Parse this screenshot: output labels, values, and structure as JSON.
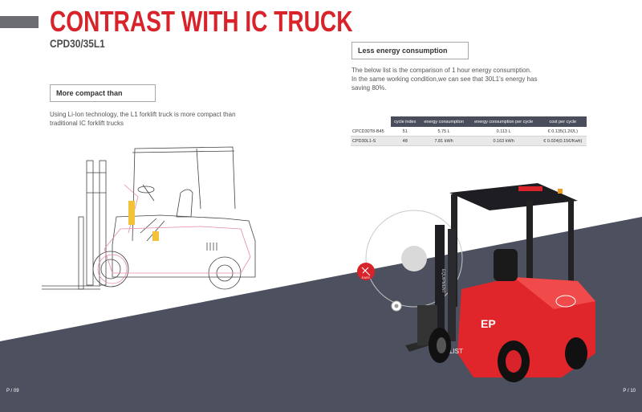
{
  "title": "CONTRAST WITH IC TRUCK",
  "subtitle": "CPD30/35L1",
  "left_section": {
    "heading": "More compact than",
    "text_line1": "Using Li-Ion technology, the L1 forklift truck is more compact than",
    "text_line2": "traditional IC forklift trucks"
  },
  "right_section": {
    "heading": "Less energy consumption",
    "text_line1": "The below list is the comparison of 1 hour energy consumption.",
    "text_line2": "In the same working condition,we can see that 30L1's energy has",
    "text_line3": "saving 80%."
  },
  "table": {
    "headers": [
      "",
      "cycle index",
      "energy consumption",
      "energy consumption per cycle",
      "cost per cycle"
    ],
    "rows": [
      [
        "CPCD30T8-B45",
        "51",
        "5.75 L",
        "0.113 L",
        "€ 0.135(1.2€/L)"
      ],
      [
        "CPD30L1-S",
        "48",
        "7.81 kWh",
        "0.163 kWh",
        "€ 0.024(0.15€/Kwh)"
      ]
    ]
  },
  "badge": "EASY",
  "mast_text": "EQUIPMENT",
  "truck_logo": "EP",
  "truck_model": "LIST",
  "page_left": "P / 09",
  "page_right": "P / 10",
  "colors": {
    "accent_red": "#d9232a",
    "dark_gray": "#4d505e",
    "truck_red": "#e0262b"
  }
}
